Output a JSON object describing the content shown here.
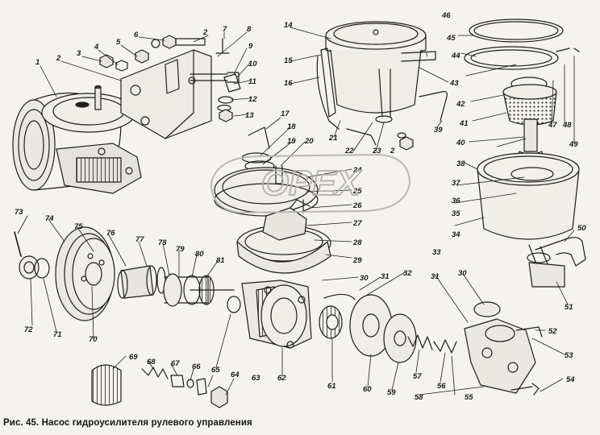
{
  "caption": "Рис. 45. Насос гидроусилителя рулевого управления",
  "watermark": "OPEX",
  "colors": {
    "ink": "#1e1e1e",
    "paper": "#f4f3ef",
    "watermark": "#b8b8b8"
  },
  "callouts": {
    "n1": "1",
    "n2": "2",
    "n2b": "2",
    "n2c": "2",
    "n3": "3",
    "n4": "4",
    "n5": "5",
    "n6": "6",
    "n7": "7",
    "n8": "8",
    "n9": "9",
    "n10": "10",
    "n11": "11",
    "n12": "12",
    "n13": "13",
    "n14": "14",
    "n15": "15",
    "n16": "16",
    "n17": "17",
    "n18": "18",
    "n19": "19",
    "n20": "20",
    "n21": "21",
    "n22": "22",
    "n23": "23",
    "n24": "24",
    "n25": "25",
    "n26": "26",
    "n27": "27",
    "n28": "28",
    "n29": "29",
    "n30": "30",
    "n30b": "30",
    "n31": "31",
    "n31b": "31",
    "n32": "32",
    "n33": "33",
    "n34": "34",
    "n35": "35",
    "n36": "36",
    "n37": "37",
    "n38": "38",
    "n39": "39",
    "n40": "40",
    "n41": "41",
    "n42": "42",
    "n43": "43",
    "n44": "44",
    "n45": "45",
    "n46": "46",
    "n47": "47",
    "n48": "48",
    "n49": "49",
    "n50": "50",
    "n51": "51",
    "n52": "52",
    "n53": "53",
    "n54": "54",
    "n55": "55",
    "n56": "56",
    "n57": "57",
    "n58": "58",
    "n59": "59",
    "n60": "60",
    "n61": "61",
    "n62": "62",
    "n63": "63",
    "n64": "64",
    "n65": "65",
    "n66": "66",
    "n67": "67",
    "n68": "68",
    "n69": "69",
    "n70": "70",
    "n71": "71",
    "n72": "72",
    "n73": "73",
    "n74": "74",
    "n75": "75",
    "n76": "76",
    "n77": "77",
    "n78": "78",
    "n79": "79",
    "n80": "80",
    "n81": "81"
  }
}
